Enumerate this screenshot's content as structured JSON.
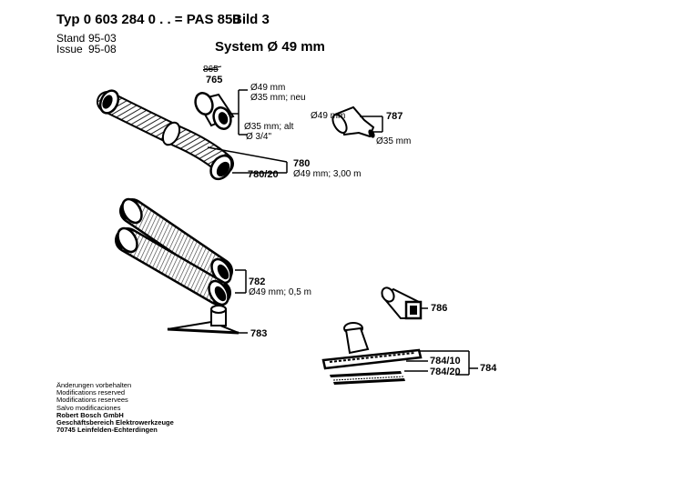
{
  "header": {
    "typ": "Typ 0 603 284 0 . . = PAS 850",
    "bild": "Bild 3",
    "stand_label": "Stand",
    "stand_value": "95-03",
    "issue_label": "Issue",
    "issue_value": "95-08",
    "system": "System Ø 49 mm"
  },
  "parts": {
    "p765_old": "865",
    "p765": "765",
    "p765_d1": "Ø49 mm",
    "p765_d2": "Ø35 mm; neu",
    "p765_d3": "Ø35 mm; alt",
    "p765_d4": "Ø 3/4\"",
    "p787": "787",
    "p787_d1": "Ø49 mm",
    "p787_d2": "Ø35 mm",
    "p780": "780",
    "p780_d": "Ø49 mm; 3,00 m",
    "p780_20": "780/20",
    "p782": "782",
    "p782_d": "Ø49 mm;  0,5 m",
    "p783": "783",
    "p786": "786",
    "p784_10": "784/10",
    "p784_20": "784/20",
    "p784": "784"
  },
  "footer": {
    "lines": [
      "Änderungen vorbehalten",
      "Modifications reserved",
      "Modifications reservees",
      "Salvo modificaciones"
    ],
    "company": [
      "Robert Bosch GmbH",
      "Geschäftsbereich Elektrowerkzeuge",
      "70745 Leinfelden-Echterdingen"
    ]
  }
}
